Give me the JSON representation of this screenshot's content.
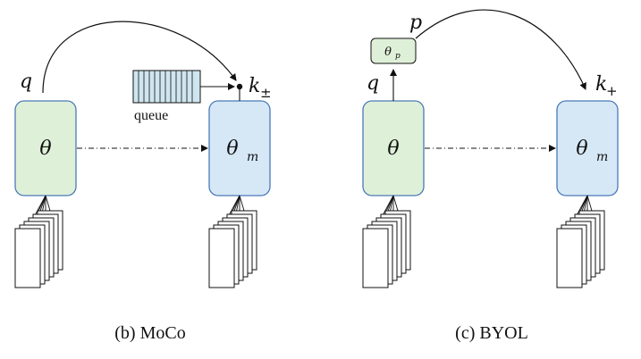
{
  "colors": {
    "encoder_fill": "#dff0d8",
    "encoder_stroke": "#4a7ab8",
    "momentum_fill": "#d6e8f6",
    "momentum_stroke": "#4a7ab8",
    "queue_fill": "#cfe6f0",
    "predictor_fill": "#dff0d8",
    "line": "#111111"
  },
  "moco": {
    "caption": "(b) MoCo",
    "query_label": "q",
    "key_label": "k",
    "key_subscript": "±",
    "encoder_label": "θ",
    "momentum_label": "θ",
    "momentum_subscript": "m",
    "queue_label": "queue"
  },
  "byol": {
    "caption": "(c) BYOL",
    "query_label": "q",
    "projection_label": "p",
    "predictor_label": "θ",
    "predictor_subscript": "p",
    "key_label": "k",
    "key_subscript": "+",
    "encoder_label": "θ",
    "momentum_label": "θ",
    "momentum_subscript": "m"
  }
}
